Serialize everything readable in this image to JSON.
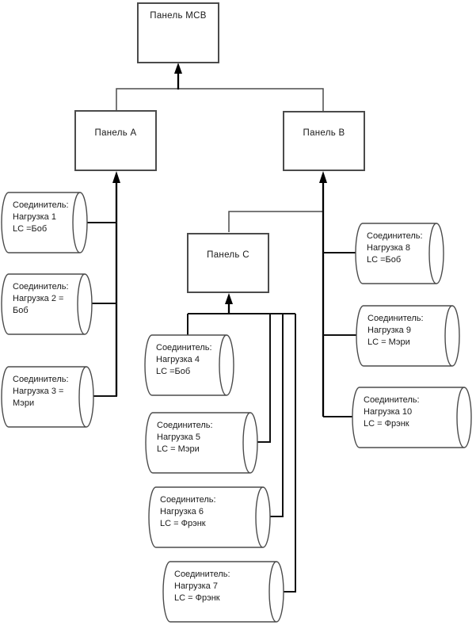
{
  "diagram": {
    "panels": {
      "mcb": {
        "label": "Панель MCB"
      },
      "a": {
        "label": "Панель A"
      },
      "b": {
        "label": "Панель B"
      },
      "c": {
        "label": "Панель C"
      }
    },
    "connectors": [
      {
        "line1": "Соединитель:",
        "line2": "Нагрузка 1",
        "line3": "LC =Боб"
      },
      {
        "line1": "Соединитель:",
        "line2": "Нагрузка 2 =",
        "line3": "Боб"
      },
      {
        "line1": "Соединитель:",
        "line2": "Нагрузка 3 =",
        "line3": "Мэри"
      },
      {
        "line1": "Соединитель:",
        "line2": "Нагрузка 4",
        "line3": "LC =Боб"
      },
      {
        "line1": "Соединитель:",
        "line2": "Нагрузка 5",
        "line3": "LC = Мэри"
      },
      {
        "line1": "Соединитель:",
        "line2": "Нагрузка 6",
        "line3": "LC = Фрэнк"
      },
      {
        "line1": "Соединитель:",
        "line2": "Нагрузка 7",
        "line3": "LC = Фрэнк"
      },
      {
        "line1": "Соединитель:",
        "line2": "Нагрузка 8",
        "line3": "LC =Боб"
      },
      {
        "line1": "Соединитель:",
        "line2": "Нагрузка 9",
        "line3": "LC = Мэри"
      },
      {
        "line1": "Соединитель:",
        "line2": "Нагрузка 10",
        "line3": "LC = Фрэнк"
      }
    ],
    "shapes": {
      "panel": "rectangle",
      "connector": "horizontal-cylinder",
      "arrowhead": "filled-up-triangle"
    },
    "colors": {
      "background": "#ffffff",
      "line": "#4b4b4b",
      "arrow": "#000000",
      "text": "#1a1a1a"
    }
  }
}
